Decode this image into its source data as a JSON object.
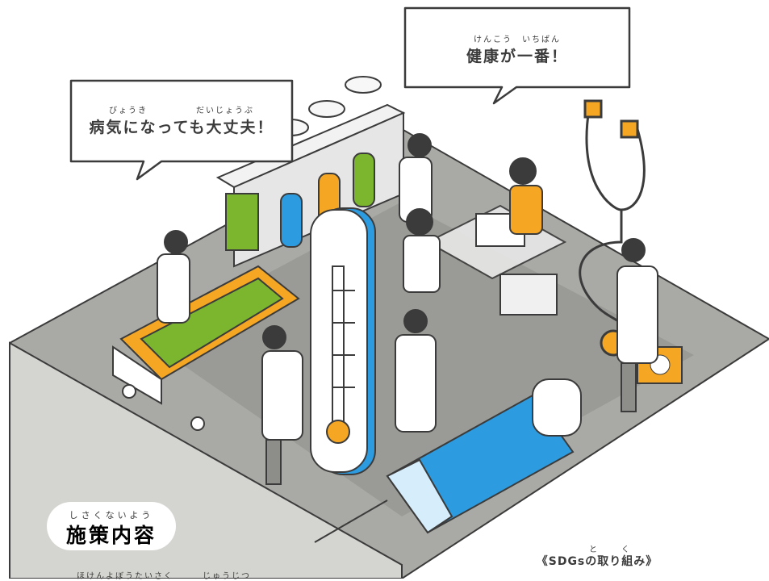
{
  "bubble_left": {
    "ruby": "びょうき　　　　　だいじょうぶ",
    "text": "病気になっても大丈夫！"
  },
  "bubble_right": {
    "ruby": "けんこう　いちばん",
    "text": "健康が一番！"
  },
  "badge": {
    "ruby": "しさくないよう",
    "text": "施策内容"
  },
  "sdgs": {
    "ruby": "と　く",
    "text": "《SDGsの取り組み》"
  },
  "bottom_ruby": "ほけんよぼうたいさく　　　じゅうじつ",
  "colors": {
    "floor": "#a9aaa5",
    "wall": "#d4d5d0",
    "line": "#3b3b3b",
    "green": "#7cb52e",
    "orange": "#f5a623",
    "blue": "#2d9be0"
  }
}
